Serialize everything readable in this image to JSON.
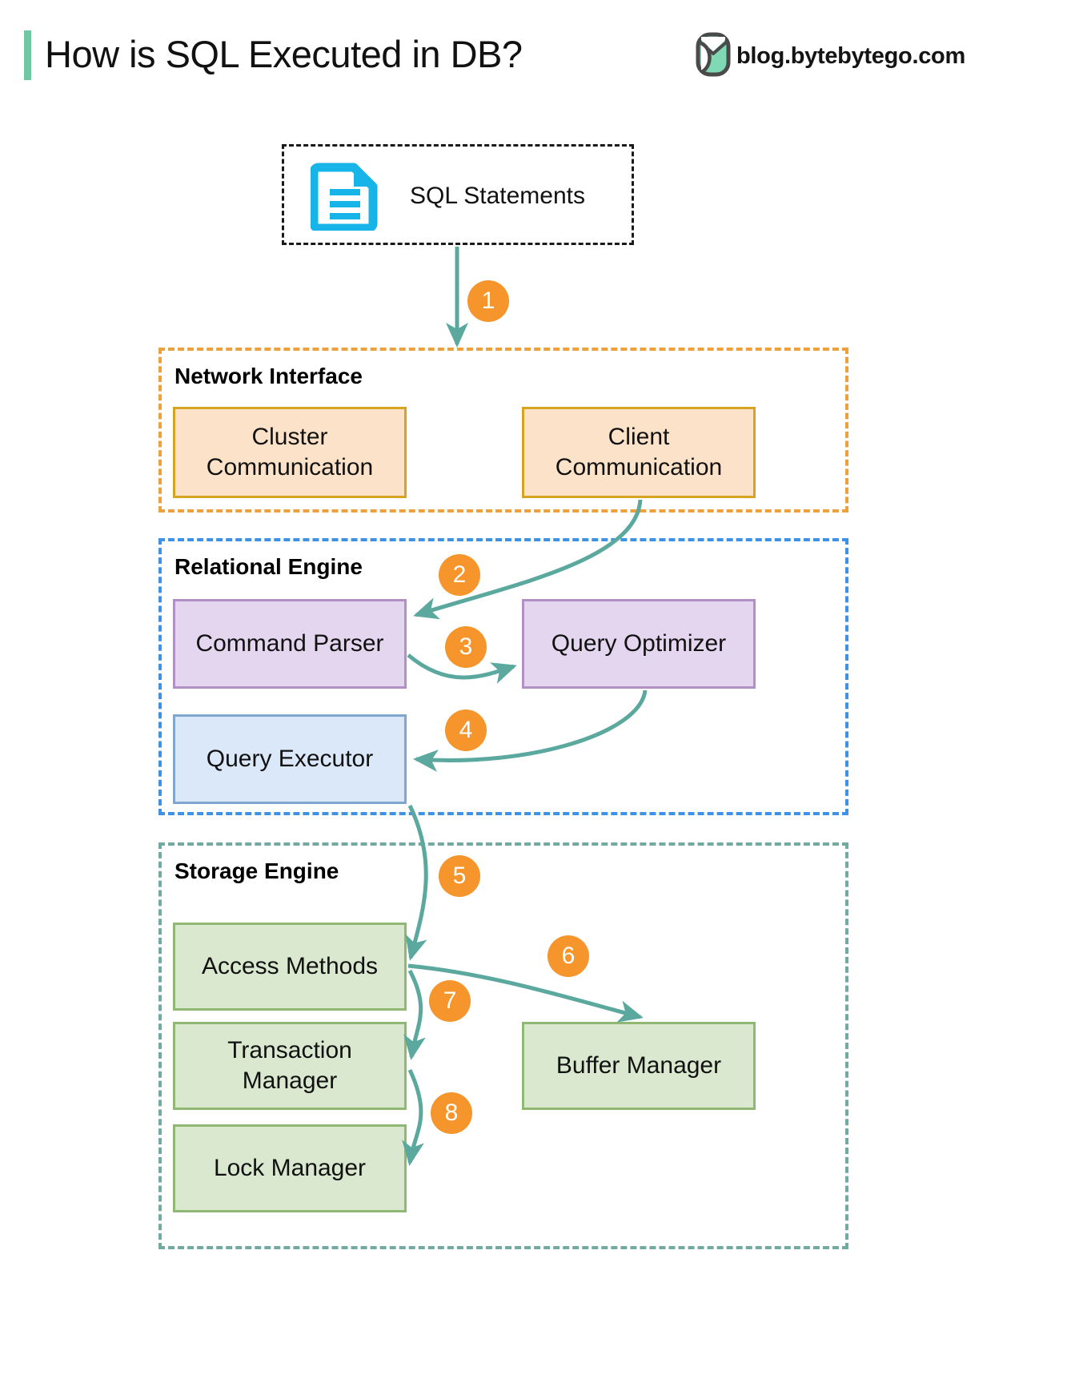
{
  "header": {
    "title": "How is SQL Executed in DB?",
    "brand_text": "blog.bytebytego.com",
    "brand_icon": "bytebytego-logo-icon",
    "accent_color": "#6FC7A3"
  },
  "source": {
    "label": "SQL Statements",
    "icon": "document-icon",
    "icon_color": "#16B4E8",
    "border_style": "dashed",
    "border_color": "#1a1a1a"
  },
  "groups": [
    {
      "id": "network",
      "title": "Network Interface",
      "border_color": "#EDA13C",
      "nodes": [
        {
          "id": "cluster-communication",
          "label": "Cluster\nCommunication",
          "fill": "#FCE2C8",
          "stroke": "#D6A420"
        },
        {
          "id": "client-communication",
          "label": "Client\nCommunication",
          "fill": "#FCE2C8",
          "stroke": "#D6A420"
        }
      ]
    },
    {
      "id": "relational",
      "title": "Relational Engine",
      "border_color": "#3D92E5",
      "nodes": [
        {
          "id": "command-parser",
          "label": "Command Parser",
          "fill": "#E4D6EE",
          "stroke": "#B28FC4"
        },
        {
          "id": "query-optimizer",
          "label": "Query Optimizer",
          "fill": "#E4D6EE",
          "stroke": "#B28FC4"
        },
        {
          "id": "query-executor",
          "label": "Query Executor",
          "fill": "#DAE8FA",
          "stroke": "#7EA6CE"
        }
      ]
    },
    {
      "id": "storage",
      "title": "Storage Engine",
      "border_color": "#72A9A1",
      "nodes": [
        {
          "id": "access-methods",
          "label": "Access Methods",
          "fill": "#D9E8CE",
          "stroke": "#8FB873"
        },
        {
          "id": "buffer-manager",
          "label": "Buffer Manager",
          "fill": "#D9E8CE",
          "stroke": "#8FB873"
        },
        {
          "id": "transaction-manager",
          "label": "Transaction\nManager",
          "fill": "#D9E8CE",
          "stroke": "#8FB873"
        },
        {
          "id": "lock-manager",
          "label": "Lock Manager",
          "fill": "#D9E8CE",
          "stroke": "#8FB873"
        }
      ]
    }
  ],
  "steps": [
    {
      "n": "1",
      "from": "SQL Statements",
      "to": "Network Interface"
    },
    {
      "n": "2",
      "from": "Client Communication",
      "to": "Command Parser"
    },
    {
      "n": "3",
      "from": "Command Parser",
      "to": "Query Optimizer"
    },
    {
      "n": "4",
      "from": "Query Optimizer",
      "to": "Query Executor"
    },
    {
      "n": "5",
      "from": "Query Executor",
      "to": "Access Methods"
    },
    {
      "n": "6",
      "from": "Access Methods",
      "to": "Buffer Manager"
    },
    {
      "n": "7",
      "from": "Access Methods",
      "to": "Transaction Manager"
    },
    {
      "n": "8",
      "from": "Transaction Manager",
      "to": "Lock Manager"
    }
  ],
  "colors": {
    "arrow": "#5BA89E",
    "step_badge": "#F5952B",
    "step_text": "#FFFFFF"
  }
}
